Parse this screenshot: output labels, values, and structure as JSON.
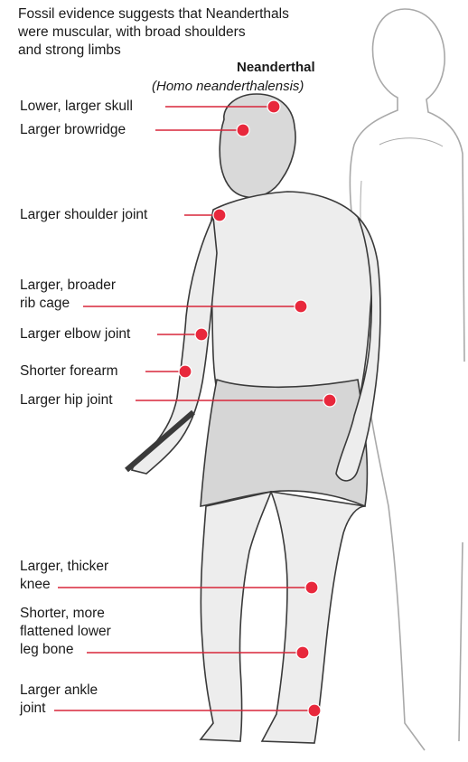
{
  "intro": {
    "lines": [
      "Fossil evidence suggests that Neanderthals",
      "were muscular, with broad shoulders",
      "and strong limbs"
    ]
  },
  "title": "Neanderthal",
  "subtitle": "(Homo neanderthalensis)",
  "labels": [
    {
      "id": "skull",
      "lines": [
        "Lower, larger skull"
      ]
    },
    {
      "id": "browridge",
      "lines": [
        "Larger browridge"
      ]
    },
    {
      "id": "shoulder",
      "lines": [
        "Larger shoulder joint"
      ]
    },
    {
      "id": "ribcage",
      "lines": [
        "Larger, broader",
        "rib cage"
      ]
    },
    {
      "id": "elbow",
      "lines": [
        "Larger elbow joint"
      ]
    },
    {
      "id": "forearm",
      "lines": [
        "Shorter forearm"
      ]
    },
    {
      "id": "hip",
      "lines": [
        "Larger hip joint"
      ]
    },
    {
      "id": "knee",
      "lines": [
        "Larger, thicker",
        "knee"
      ]
    },
    {
      "id": "legbone",
      "lines": [
        "Shorter, more",
        "flattened lower",
        "leg bone"
      ]
    },
    {
      "id": "ankle",
      "lines": [
        "Larger ankle",
        "joint"
      ]
    }
  ],
  "colors": {
    "marker": "#e8283c",
    "line": "#d8263a",
    "sketch": "#3a3a3a",
    "sketch_light": "#a9a9a9"
  }
}
